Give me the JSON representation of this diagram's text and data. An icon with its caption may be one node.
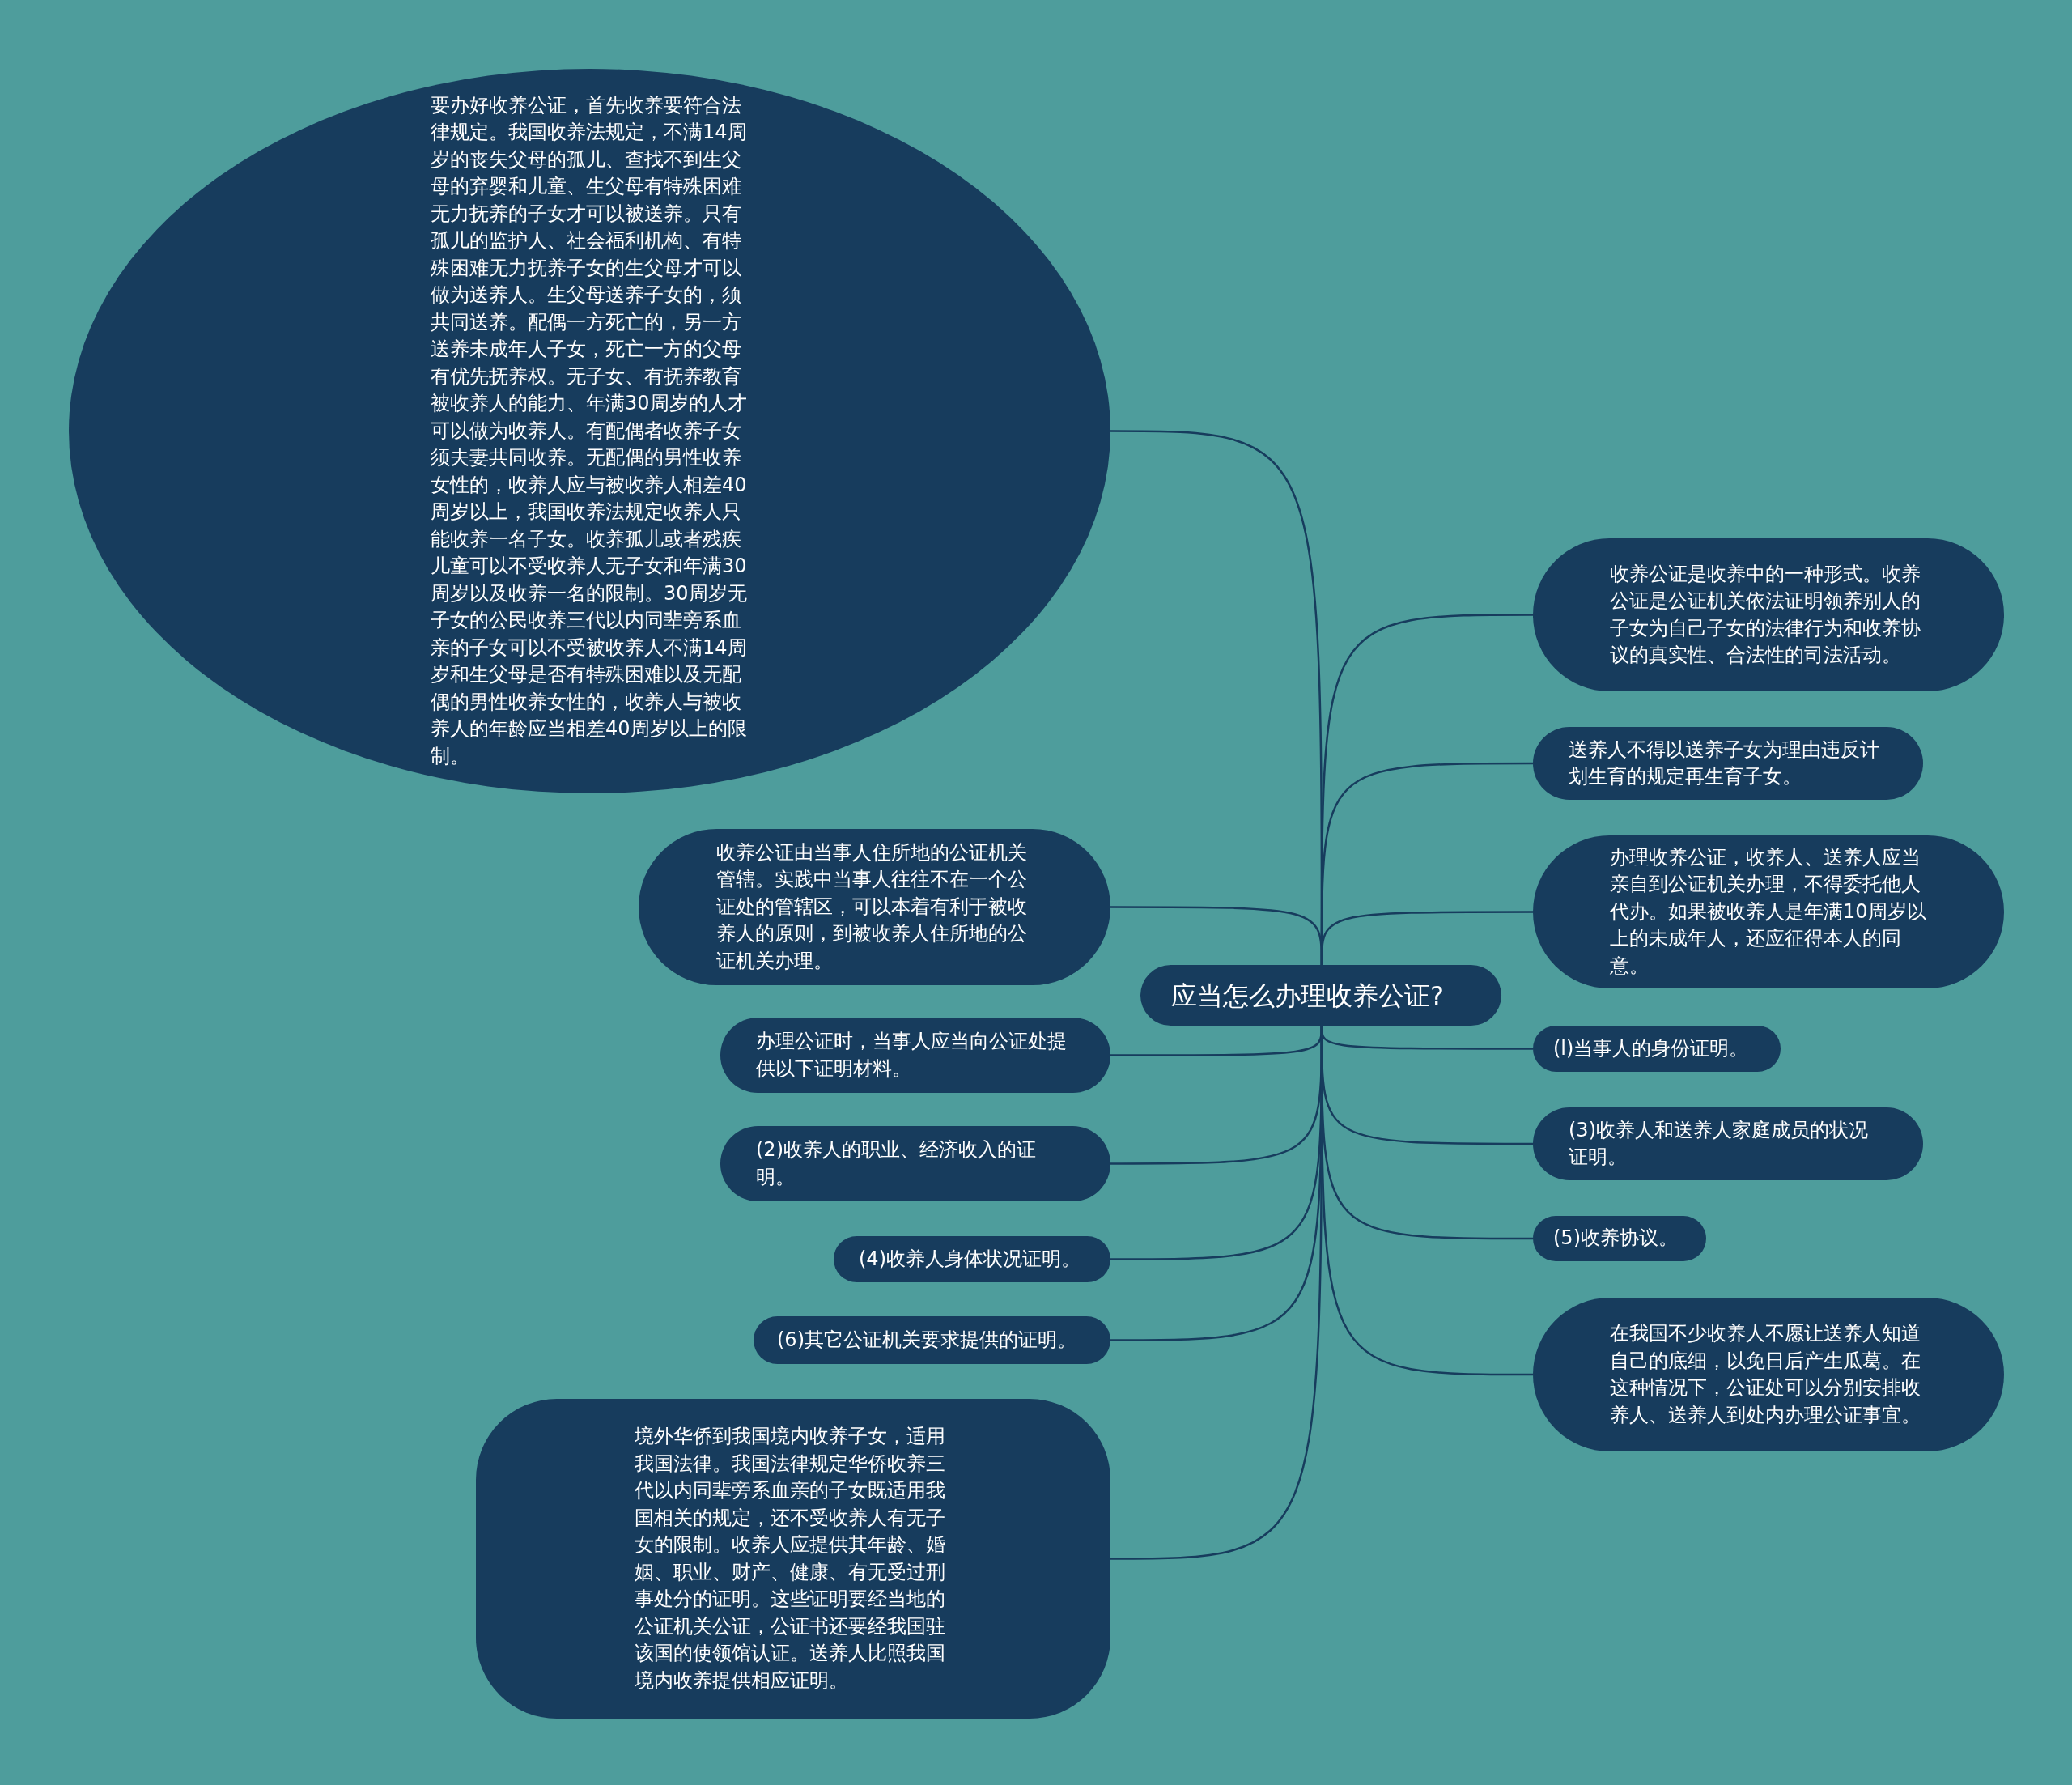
{
  "diagram": {
    "nodes": [
      {
        "text": [
          "应当怎么办理收养公证?"
        ]
      },
      {
        "text": [
          "要办好收养公证，首先收养要符合法律规定。我国收养法规定，不满14周岁的丧失父母的孤儿、查找不到生父母的弃婴和儿童、生父母有特殊困难无力抚养的子女才可以被送养。只有孤儿的监护人、社会福利机构、有特殊困难无力抚养子女的生父母才可以做为送养人。生父母送养子女的，须共同送养。配偶一方死亡的，另一方送养未成年人子女，死亡一方的父母有优先抚养权。无子女、有抚养教育被收养人的能力、年满30周岁的人才可以做为收养人。有配偶者收养子女须夫妻共同收养。无配偶的男性收养女性的，收养人应与被收养人相差40周岁以上，我国收养法规定收养人只能收养一名子女。收养孤儿或者残疾儿童可以不受收养人无子女和年满30周岁以及收养一名的限制。30周岁无子女的公民收养三代以内同辈旁系血亲的子女可以不受被收养人不满14周岁和生父母是否有特殊困难以及无配偶的男性收养女性的，收养人与被收养人的年龄应当相差40周岁以上的限制。"
        ]
      },
      {
        "text": [
          "收养公证是收养中的一种形式。收养公证是公证机关依法证明领养别人的子女为自己子女的法律行为和收养协议的真实性、合法性的司法活动。"
        ]
      },
      {
        "text": [
          "送养人不得以送养子女为理由违反计划生育的规定再生育子女。"
        ]
      },
      {
        "text": [
          "收养公证由当事人住所地的公证机关管辖。实践中当事人往往不在一个公证处的管辖区，可以本着有利于被收养人的原则，到被收养人住所地的公证机关办理。"
        ]
      },
      {
        "text": [
          "办理收养公证，收养人、送养人应当亲自到公证机关办理，不得委托他人代办。如果被收养人是年满10周岁以上的未成年人，还应征得本人的同意。"
        ]
      },
      {
        "text": [
          "办理公证时，当事人应当向公证处提供以下证明材料。"
        ]
      },
      {
        "text": [
          "(l)当事人的身份证明。"
        ]
      },
      {
        "text": [
          "(2)收养人的职业、经济收入的证明。"
        ]
      },
      {
        "text": [
          "(3)收养人和送养人家庭成员的状况证明。"
        ]
      },
      {
        "text": [
          "(4)收养人身体状况证明。"
        ]
      },
      {
        "text": [
          "(5)收养协议。"
        ]
      },
      {
        "text": [
          "(6)其它公证机关要求提供的证明。"
        ]
      },
      {
        "text": [
          "在我国不少收养人不愿让送养人知道自己的底细，以免日后产生瓜葛。在这种情况下，公证处可以分别安排收养人、送养人到处内办理公证事宜。"
        ]
      },
      {
        "text": [
          "境外华侨到我国境内收养子女，适用我国法律。我国法律规定华侨收养三代以内同辈旁系血亲的子女既适用我国相关的规定，还不受收养人有无子女的限制。收养人应提供其年龄、婚姻、职业、财产、健康、有无受过刑事处分的证明。这些证明要经当地的公证机关公证，公证书还要经我国驻该国的使领馆认证。送养人比照我国境内收养提供相应证明。"
        ]
      }
    ],
    "edges": [
      {
        "from": 0,
        "to": 1,
        "arrow": "none"
      },
      {
        "from": 0,
        "to": 2,
        "arrow": "none"
      },
      {
        "from": 0,
        "to": 3,
        "arrow": "none"
      },
      {
        "from": 0,
        "to": 4,
        "arrow": "none"
      },
      {
        "from": 0,
        "to": 5,
        "arrow": "none"
      },
      {
        "from": 0,
        "to": 6,
        "arrow": "none"
      },
      {
        "from": 0,
        "to": 7,
        "arrow": "none"
      },
      {
        "from": 0,
        "to": 8,
        "arrow": "none"
      },
      {
        "from": 0,
        "to": 9,
        "arrow": "none"
      },
      {
        "from": 0,
        "to": 10,
        "arrow": "none"
      },
      {
        "from": 0,
        "to": 11,
        "arrow": "none"
      },
      {
        "from": 0,
        "to": 12,
        "arrow": "none"
      },
      {
        "from": 0,
        "to": 13,
        "arrow": "none"
      },
      {
        "from": 0,
        "to": 14,
        "arrow": "none"
      }
    ]
  }
}
